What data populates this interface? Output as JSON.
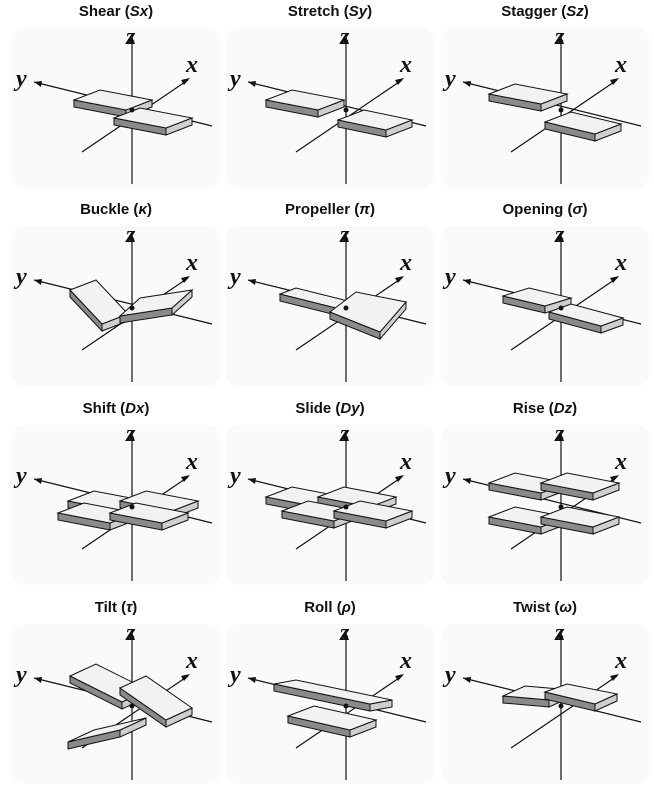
{
  "panels": [
    {
      "key": "shear",
      "name": "Shear",
      "sym": "Sx"
    },
    {
      "key": "stretch",
      "name": "Stretch",
      "sym": "Sy"
    },
    {
      "key": "stagger",
      "name": "Stagger",
      "sym": "Sz"
    },
    {
      "key": "buckle",
      "name": "Buckle",
      "sym": "κ"
    },
    {
      "key": "propeller",
      "name": "Propeller",
      "sym": "π"
    },
    {
      "key": "opening",
      "name": "Opening",
      "sym": "σ"
    },
    {
      "key": "shift",
      "name": "Shift",
      "sym": "Dx"
    },
    {
      "key": "slide",
      "name": "Slide",
      "sym": "Dy"
    },
    {
      "key": "rise",
      "name": "Rise",
      "sym": "Dz"
    },
    {
      "key": "tilt",
      "name": "Tilt",
      "sym": "τ"
    },
    {
      "key": "roll",
      "name": "Roll",
      "sym": "ρ"
    },
    {
      "key": "twist",
      "name": "Twist",
      "sym": "ω"
    }
  ],
  "axes": {
    "x": "x",
    "y": "y",
    "z": "z"
  },
  "colors": {
    "line": "#111111",
    "face_top": "#f2f2f2",
    "face_side": "#8a8a8a",
    "panel_bg": "#fafafa"
  }
}
